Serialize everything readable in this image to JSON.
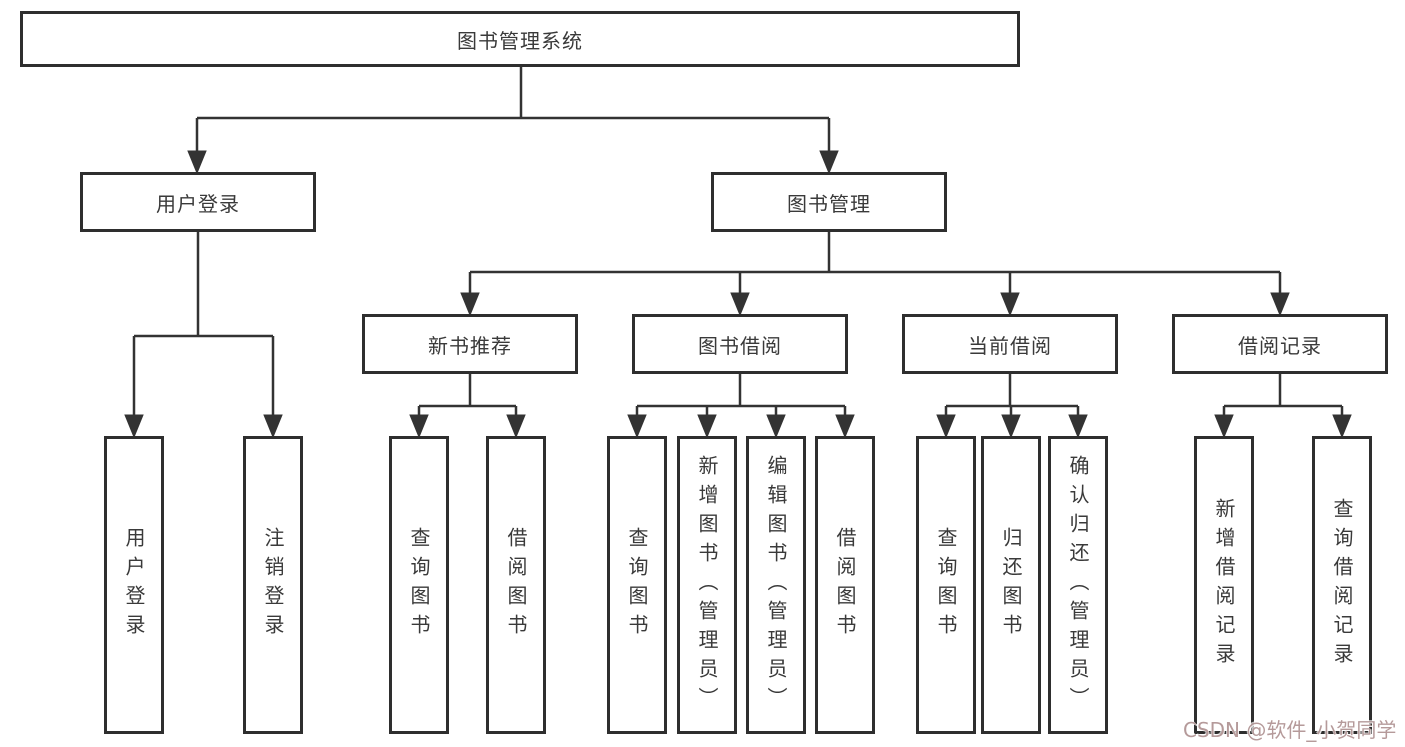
{
  "watermark": "CSDN @软件_小贺同学",
  "root": {
    "label": "图书管理系统"
  },
  "branches": [
    {
      "label": "用户登录",
      "children": [
        {
          "label": "用户登录"
        },
        {
          "label": "注销登录"
        }
      ]
    },
    {
      "label": "图书管理",
      "sections": [
        {
          "label": "新书推荐",
          "children": [
            {
              "label": "查询图书"
            },
            {
              "label": "借阅图书"
            }
          ]
        },
        {
          "label": "图书借阅",
          "children": [
            {
              "label": "查询图书"
            },
            {
              "label": "新增图书（管理员）"
            },
            {
              "label": "编辑图书（管理员）"
            },
            {
              "label": "借阅图书"
            }
          ]
        },
        {
          "label": "当前借阅",
          "children": [
            {
              "label": "查询图书"
            },
            {
              "label": "归还图书"
            },
            {
              "label": "确认归还（管理员）"
            }
          ]
        },
        {
          "label": "借阅记录",
          "children": [
            {
              "label": "新增借阅记录"
            },
            {
              "label": "查询借阅记录"
            }
          ]
        }
      ]
    }
  ],
  "colors": {
    "line": "#333333",
    "box_border": "#2e2e2e",
    "box_background": "#ffffff",
    "text": "#3a3a3a",
    "watermark_text": "#b59a9a"
  }
}
